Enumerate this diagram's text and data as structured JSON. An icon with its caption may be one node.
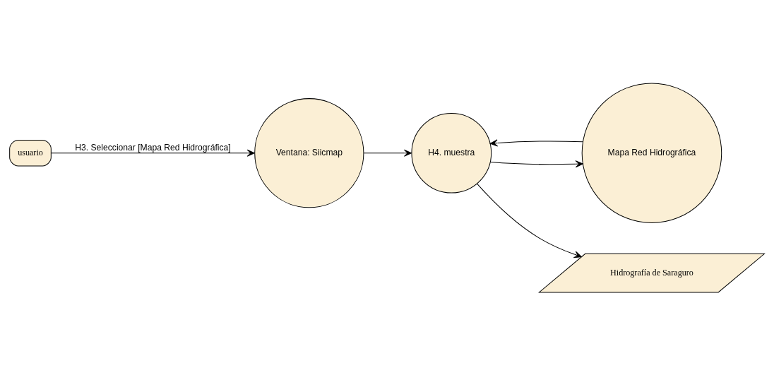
{
  "diagram": {
    "nodes": [
      {
        "text": [
          "usuario"
        ]
      },
      {
        "text": [
          "Ventana: Siicmap"
        ]
      },
      {
        "text": [
          "H4. muestra"
        ]
      },
      {
        "text": [
          "Mapa Red Hidrográfica"
        ]
      },
      {
        "text": [
          "Hidrografía de Saraguro"
        ]
      }
    ],
    "edges": [
      {
        "from": 0,
        "to": 1,
        "arrow": "to",
        "label": "H3. Seleccionar [Mapa Red Hidrográfica]"
      },
      {
        "from": 1,
        "to": 2,
        "arrow": "to"
      },
      {
        "from": 2,
        "to": 3,
        "arrow": "to"
      },
      {
        "from": 3,
        "to": 2,
        "arrow": "to"
      },
      {
        "from": 2,
        "to": 4,
        "arrow": "to"
      }
    ]
  }
}
